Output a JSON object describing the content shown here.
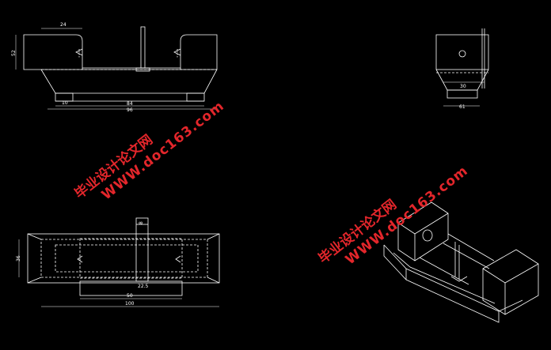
{
  "watermark": {
    "chinese": "毕业设计论文网",
    "url": "WWW.doc163.com"
  },
  "colors": {
    "background": "#000000",
    "lines": "#ffffff",
    "watermark": "#e3262b"
  },
  "front_view": {
    "dim_top": "24",
    "dim_height": "52",
    "dim_base": "10",
    "dim_inner": "84",
    "dim_overall": "96"
  },
  "side_view": {
    "dim_inner": "30",
    "dim_base": "61"
  },
  "top_view": {
    "dim_width": "36",
    "dim_post": "8",
    "dim_post2": "22.5",
    "dim_slot": "50",
    "dim_overall": "100"
  }
}
